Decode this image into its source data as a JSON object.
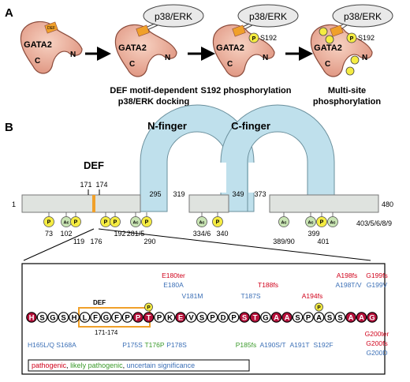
{
  "panel_a": {
    "letter": "A",
    "kinase_label": "p38/ERK",
    "protein_label": "GATA2",
    "c_term": "C",
    "n_term": "N",
    "def_tag": "DEF",
    "phospho_symbol": "P",
    "site_label": "S192",
    "step_captions": {
      "step2_line1": "DEF motif-dependent",
      "step2_line2": "p38/ERK docking",
      "step3_line1": "S192 phosphorylation",
      "step4_line1": "Multi-site",
      "step4_line2": "phosphorylation"
    }
  },
  "panel_b": {
    "letter": "B",
    "n_finger": "N-finger",
    "c_finger": "C-finger",
    "def_label": "DEF",
    "def_start": "171",
    "def_end": "174",
    "aa_start": "1",
    "aa_end": "480",
    "finger_bounds": [
      "295",
      "319",
      "349",
      "373"
    ],
    "mod_sites": [
      {
        "type": "P",
        "label": "73"
      },
      {
        "type": "Ac",
        "label": "102"
      },
      {
        "type": "P",
        "label": "119"
      },
      {
        "type": "P",
        "label": "176"
      },
      {
        "type": "P",
        "label": "192"
      },
      {
        "type": "Ac",
        "label": "281/5"
      },
      {
        "type": "P",
        "label": "290"
      },
      {
        "type": "Ac",
        "label": "334/6"
      },
      {
        "type": "P",
        "label": "340"
      },
      {
        "type": "Ac",
        "label": "389/90"
      },
      {
        "type": "Ac",
        "label": "399"
      },
      {
        "type": "P",
        "label": "401"
      },
      {
        "type": "Ac",
        "label": "403/5/6/8/9"
      }
    ]
  },
  "detail": {
    "def_box_label": "DEF",
    "def_range": "171-174",
    "sequence": [
      {
        "aa": "H",
        "style": "mut"
      },
      {
        "aa": "S",
        "style": "plain"
      },
      {
        "aa": "G",
        "style": "plain"
      },
      {
        "aa": "S",
        "style": "plain"
      },
      {
        "aa": "H",
        "style": "plain"
      },
      {
        "aa": "L",
        "style": "plain"
      },
      {
        "aa": "F",
        "style": "plain"
      },
      {
        "aa": "G",
        "style": "plain"
      },
      {
        "aa": "F",
        "style": "plain"
      },
      {
        "aa": "P",
        "style": "plain"
      },
      {
        "aa": "P",
        "style": "mut"
      },
      {
        "aa": "T",
        "style": "mut"
      },
      {
        "aa": "P",
        "style": "plain"
      },
      {
        "aa": "K",
        "style": "plain"
      },
      {
        "aa": "E",
        "style": "mut"
      },
      {
        "aa": "V",
        "style": "plain"
      },
      {
        "aa": "S",
        "style": "plain"
      },
      {
        "aa": "P",
        "style": "plain"
      },
      {
        "aa": "D",
        "style": "plain"
      },
      {
        "aa": "P",
        "style": "plain"
      },
      {
        "aa": "S",
        "style": "mut"
      },
      {
        "aa": "T",
        "style": "mut"
      },
      {
        "aa": "G",
        "style": "plain"
      },
      {
        "aa": "A",
        "style": "mut"
      },
      {
        "aa": "A",
        "style": "mut"
      },
      {
        "aa": "S",
        "style": "plain"
      },
      {
        "aa": "P",
        "style": "plain"
      },
      {
        "aa": "A",
        "style": "plain"
      },
      {
        "aa": "S",
        "style": "plain"
      },
      {
        "aa": "S",
        "style": "plain"
      },
      {
        "aa": "A",
        "style": "mut"
      },
      {
        "aa": "A",
        "style": "mut"
      },
      {
        "aa": "G",
        "style": "mut"
      }
    ],
    "mutations_above": [
      {
        "text": "E180ter",
        "cls": "pathogenic"
      },
      {
        "text": "E180A",
        "cls": "uncertain"
      },
      {
        "text": "V181M",
        "cls": "uncertain"
      },
      {
        "text": "T187S",
        "cls": "uncertain"
      },
      {
        "text": "T188fs",
        "cls": "pathogenic"
      },
      {
        "text": "A194fs",
        "cls": "pathogenic"
      },
      {
        "text": "A198fs",
        "cls": "pathogenic"
      },
      {
        "text": "A198T/V",
        "cls": "uncertain"
      },
      {
        "text": "G199fs",
        "cls": "pathogenic"
      },
      {
        "text": "G199V",
        "cls": "uncertain"
      }
    ],
    "mutations_below": [
      {
        "text": "H165L/Q",
        "cls": "uncertain"
      },
      {
        "text": "S168A",
        "cls": "uncertain"
      },
      {
        "text": "P175S",
        "cls": "uncertain"
      },
      {
        "text": "T176P",
        "cls": "likely"
      },
      {
        "text": "P178S",
        "cls": "uncertain"
      },
      {
        "text": "P185fs",
        "cls": "likely"
      },
      {
        "text": "A190S/T",
        "cls": "uncertain"
      },
      {
        "text": "A191T",
        "cls": "uncertain"
      },
      {
        "text": "S192F",
        "cls": "uncertain"
      },
      {
        "text": "G200ter",
        "cls": "pathogenic"
      },
      {
        "text": "G200fs",
        "cls": "pathogenic"
      },
      {
        "text": "G200D",
        "cls": "uncertain"
      }
    ],
    "legend": {
      "pathogenic": "pathogenic",
      "sep1": ", ",
      "likely": "likely pathogenic",
      "sep2": ", ",
      "uncertain": "uncertain significance"
    }
  },
  "colors": {
    "pathogenic": "#d0021b",
    "likely": "#3a9a2a",
    "uncertain": "#3b6fb6",
    "finger_fill": "#bfe0ec",
    "bar_fill": "#dfe3df",
    "phospho": "#f5ec42",
    "acetyl": "#c9e5b4",
    "def_orange": "#f0a02a",
    "gata2_body": "#f3c0aa",
    "kinase_fill": "#e9e9e9"
  }
}
